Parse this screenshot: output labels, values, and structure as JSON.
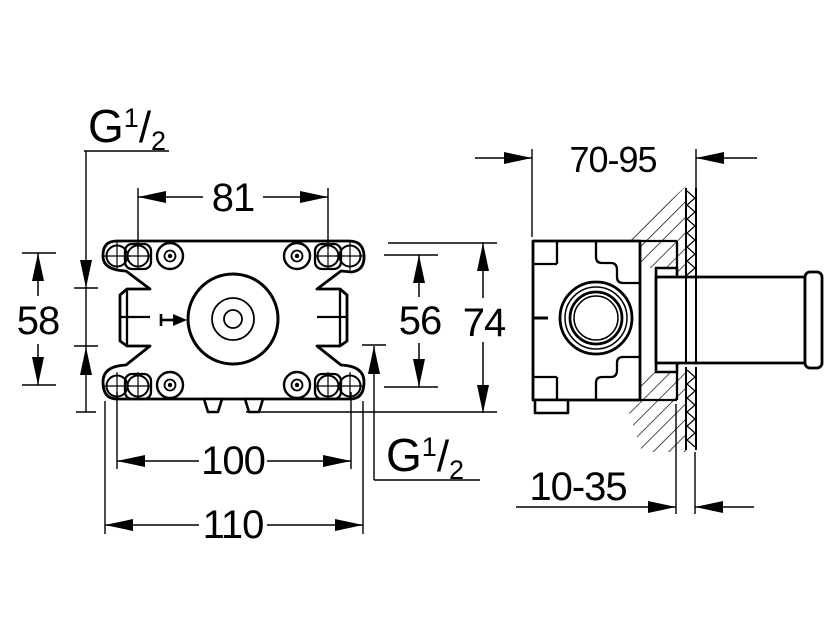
{
  "colors": {
    "line": "#000000",
    "background": "#ffffff"
  },
  "front_view": {
    "dims": {
      "top_hole_spacing": "81",
      "left_height": "58",
      "right_height": "56",
      "total_height": "74",
      "bottom_hole_spacing": "100",
      "total_width": "110"
    },
    "thread_top": {
      "g": "G",
      "sup": "1",
      "slash": "/",
      "sub": "2"
    },
    "thread_bottom": {
      "g": "G",
      "sup": "1",
      "slash": "/",
      "sub": "2"
    }
  },
  "side_view": {
    "dims": {
      "installation_depth_range": "70-95",
      "finish_thickness_range": "10-35"
    }
  }
}
